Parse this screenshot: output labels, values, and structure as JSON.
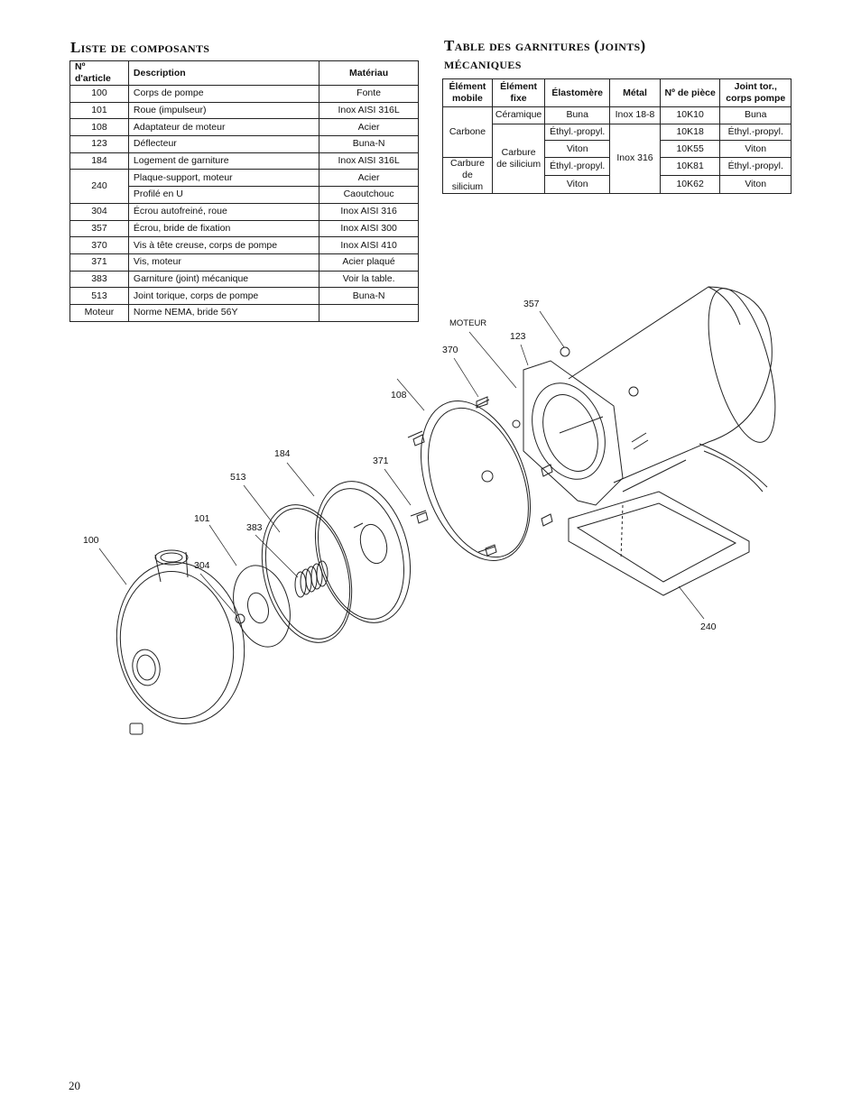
{
  "parts_list": {
    "title": "Liste de composants",
    "headers": {
      "item": "Nº d'article",
      "description": "Description",
      "material": "Matériau"
    },
    "rows": [
      {
        "item": "100",
        "description": "Corps de pompe",
        "material": "Fonte"
      },
      {
        "item": "101",
        "description": "Roue (impulseur)",
        "material": "Inox AISI 316L"
      },
      {
        "item": "108",
        "description": "Adaptateur de moteur",
        "material": "Acier"
      },
      {
        "item": "123",
        "description": "Déflecteur",
        "material": "Buna-N"
      },
      {
        "item": "184",
        "description": "Logement de garniture",
        "material": "Inox AISI 316L"
      },
      {
        "item": "240",
        "description": "Plaque-support, moteur",
        "material": "Acier"
      },
      {
        "item": "",
        "description": "Profilé en U",
        "material": "Caoutchouc"
      },
      {
        "item": "304",
        "description": "Écrou autofreiné, roue",
        "material": "Inox AISI 316"
      },
      {
        "item": "357",
        "description": "Écrou, bride de fixation",
        "material": "Inox AISI 300"
      },
      {
        "item": "370",
        "description": "Vis à tête creuse, corps de pompe",
        "material": "Inox AISI 410"
      },
      {
        "item": "371",
        "description": "Vis, moteur",
        "material": "Acier plaqué"
      },
      {
        "item": "383",
        "description": "Garniture (joint) mécanique",
        "material": "Voir la table."
      },
      {
        "item": "513",
        "description": "Joint torique, corps de pompe",
        "material": "Buna-N"
      },
      {
        "item": "Moteur",
        "description": "Norme NEMA, bride 56Y",
        "material": ""
      }
    ]
  },
  "seal_table": {
    "title_line1": "Table des garnitures (joints)",
    "title_line2": "mécaniques",
    "headers": {
      "rotating": "Élément mobile",
      "stationary": "Élément fixe",
      "elastomer": "Élastomère",
      "metal": "Métal",
      "part_no": "Nº de pièce",
      "oring": "Joint tor., corps pompe"
    },
    "cells": {
      "carbon": "Carbone",
      "sic_rot": "Carbure de silicium",
      "ceramic": "Céramique",
      "sic_stat": "Carbure de silicium",
      "inox188": "Inox 18-8",
      "inox316": "Inox 316"
    },
    "rows": [
      {
        "elastomer": "Buna",
        "part_no": "10K10",
        "oring": "Buna"
      },
      {
        "elastomer": "Éthyl.-propyl.",
        "part_no": "10K18",
        "oring": "Éthyl.-propyl."
      },
      {
        "elastomer": "Viton",
        "part_no": "10K55",
        "oring": "Viton"
      },
      {
        "elastomer": "Éthyl.-propyl.",
        "part_no": "10K81",
        "oring": "Éthyl.-propyl."
      },
      {
        "elastomer": "Viton",
        "part_no": "10K62",
        "oring": "Viton"
      }
    ]
  },
  "diagram": {
    "callouts": {
      "c357": "357",
      "moteur": "MOTEUR",
      "c123": "123",
      "c370": "370",
      "c108": "108",
      "c371": "371",
      "c184": "184",
      "c513": "513",
      "c101": "101",
      "c383": "383",
      "c100": "100",
      "c304": "304",
      "c240": "240"
    }
  },
  "page_number": "20"
}
